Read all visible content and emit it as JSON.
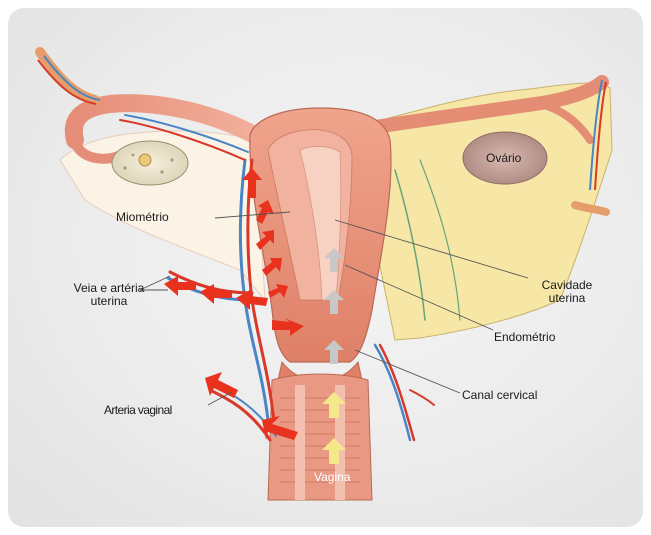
{
  "labels": {
    "miometrio": "Miométrio",
    "veia_line1": "Veia e artéria",
    "veia_line2": "uterina",
    "arteria_vaginal": "Arteria vaginal",
    "ovario": "Ovário",
    "cavidade_line1": "Cavidade",
    "cavidade_line2": "uterina",
    "endometrio": "Endométrio",
    "canal_cervical": "Canal cervical",
    "vagina": "Vagina"
  },
  "colors": {
    "uterus": "#e8917a",
    "muscle": "#d9735f",
    "cavity": "#f4c7b6",
    "ligament": "#f6e7a6",
    "artery": "#d8392a",
    "vein": "#4a86c5",
    "flow_arrow": "#e8321e",
    "up_arrow_gray": "#c8c8c8",
    "up_arrow_yellow": "#f5e88a"
  }
}
